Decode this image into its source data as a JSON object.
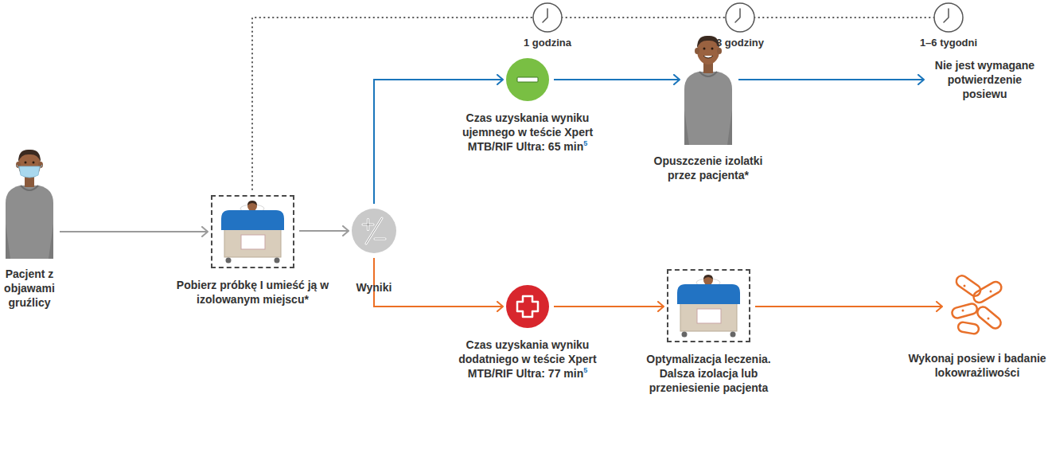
{
  "diagram": {
    "nodes": [
      {
        "text": [
          "Pacjent z objawami gruźlicy"
        ]
      },
      {
        "text": [
          "Pobierz próbkę I umieść ją w izolowanym miejscu*"
        ]
      },
      {
        "text": [
          "Wyniki"
        ]
      },
      {
        "text": [
          "Czas uzyskania wyniku ujemnego w teście Xpert MTB/RIF Ultra: 65 min",
          "5"
        ]
      },
      {
        "text": [
          "Opuszczenie izolatki przez pacjenta*"
        ]
      },
      {
        "text": [
          "Nie jest wymagane potwierdzenie posiewu"
        ]
      },
      {
        "text": [
          "Czas uzyskania wyniku dodatniego w teście Xpert MTB/RIF Ultra: 77 min",
          "5"
        ]
      },
      {
        "text": [
          "Optymalizacja leczenia. Dalsza izolacja lub przeniesienie pacjenta"
        ]
      },
      {
        "text": [
          "Wykonaj posiew i badanie lokowrażliwości"
        ]
      }
    ],
    "edges": [
      {
        "from": 0,
        "to": 1,
        "arrow": "to"
      },
      {
        "from": 1,
        "to": 2,
        "arrow": "to"
      },
      {
        "from": 2,
        "to": 3,
        "arrow": "to"
      },
      {
        "from": 3,
        "to": 4,
        "arrow": "to"
      },
      {
        "from": 4,
        "to": 5,
        "arrow": "to"
      },
      {
        "from": 2,
        "to": 6,
        "arrow": "to"
      },
      {
        "from": 6,
        "to": 7,
        "arrow": "to"
      },
      {
        "from": 7,
        "to": 8,
        "arrow": "to"
      }
    ],
    "labels": [
      "1 godzina",
      "3 godziny",
      "1–6 tygodni"
    ]
  }
}
